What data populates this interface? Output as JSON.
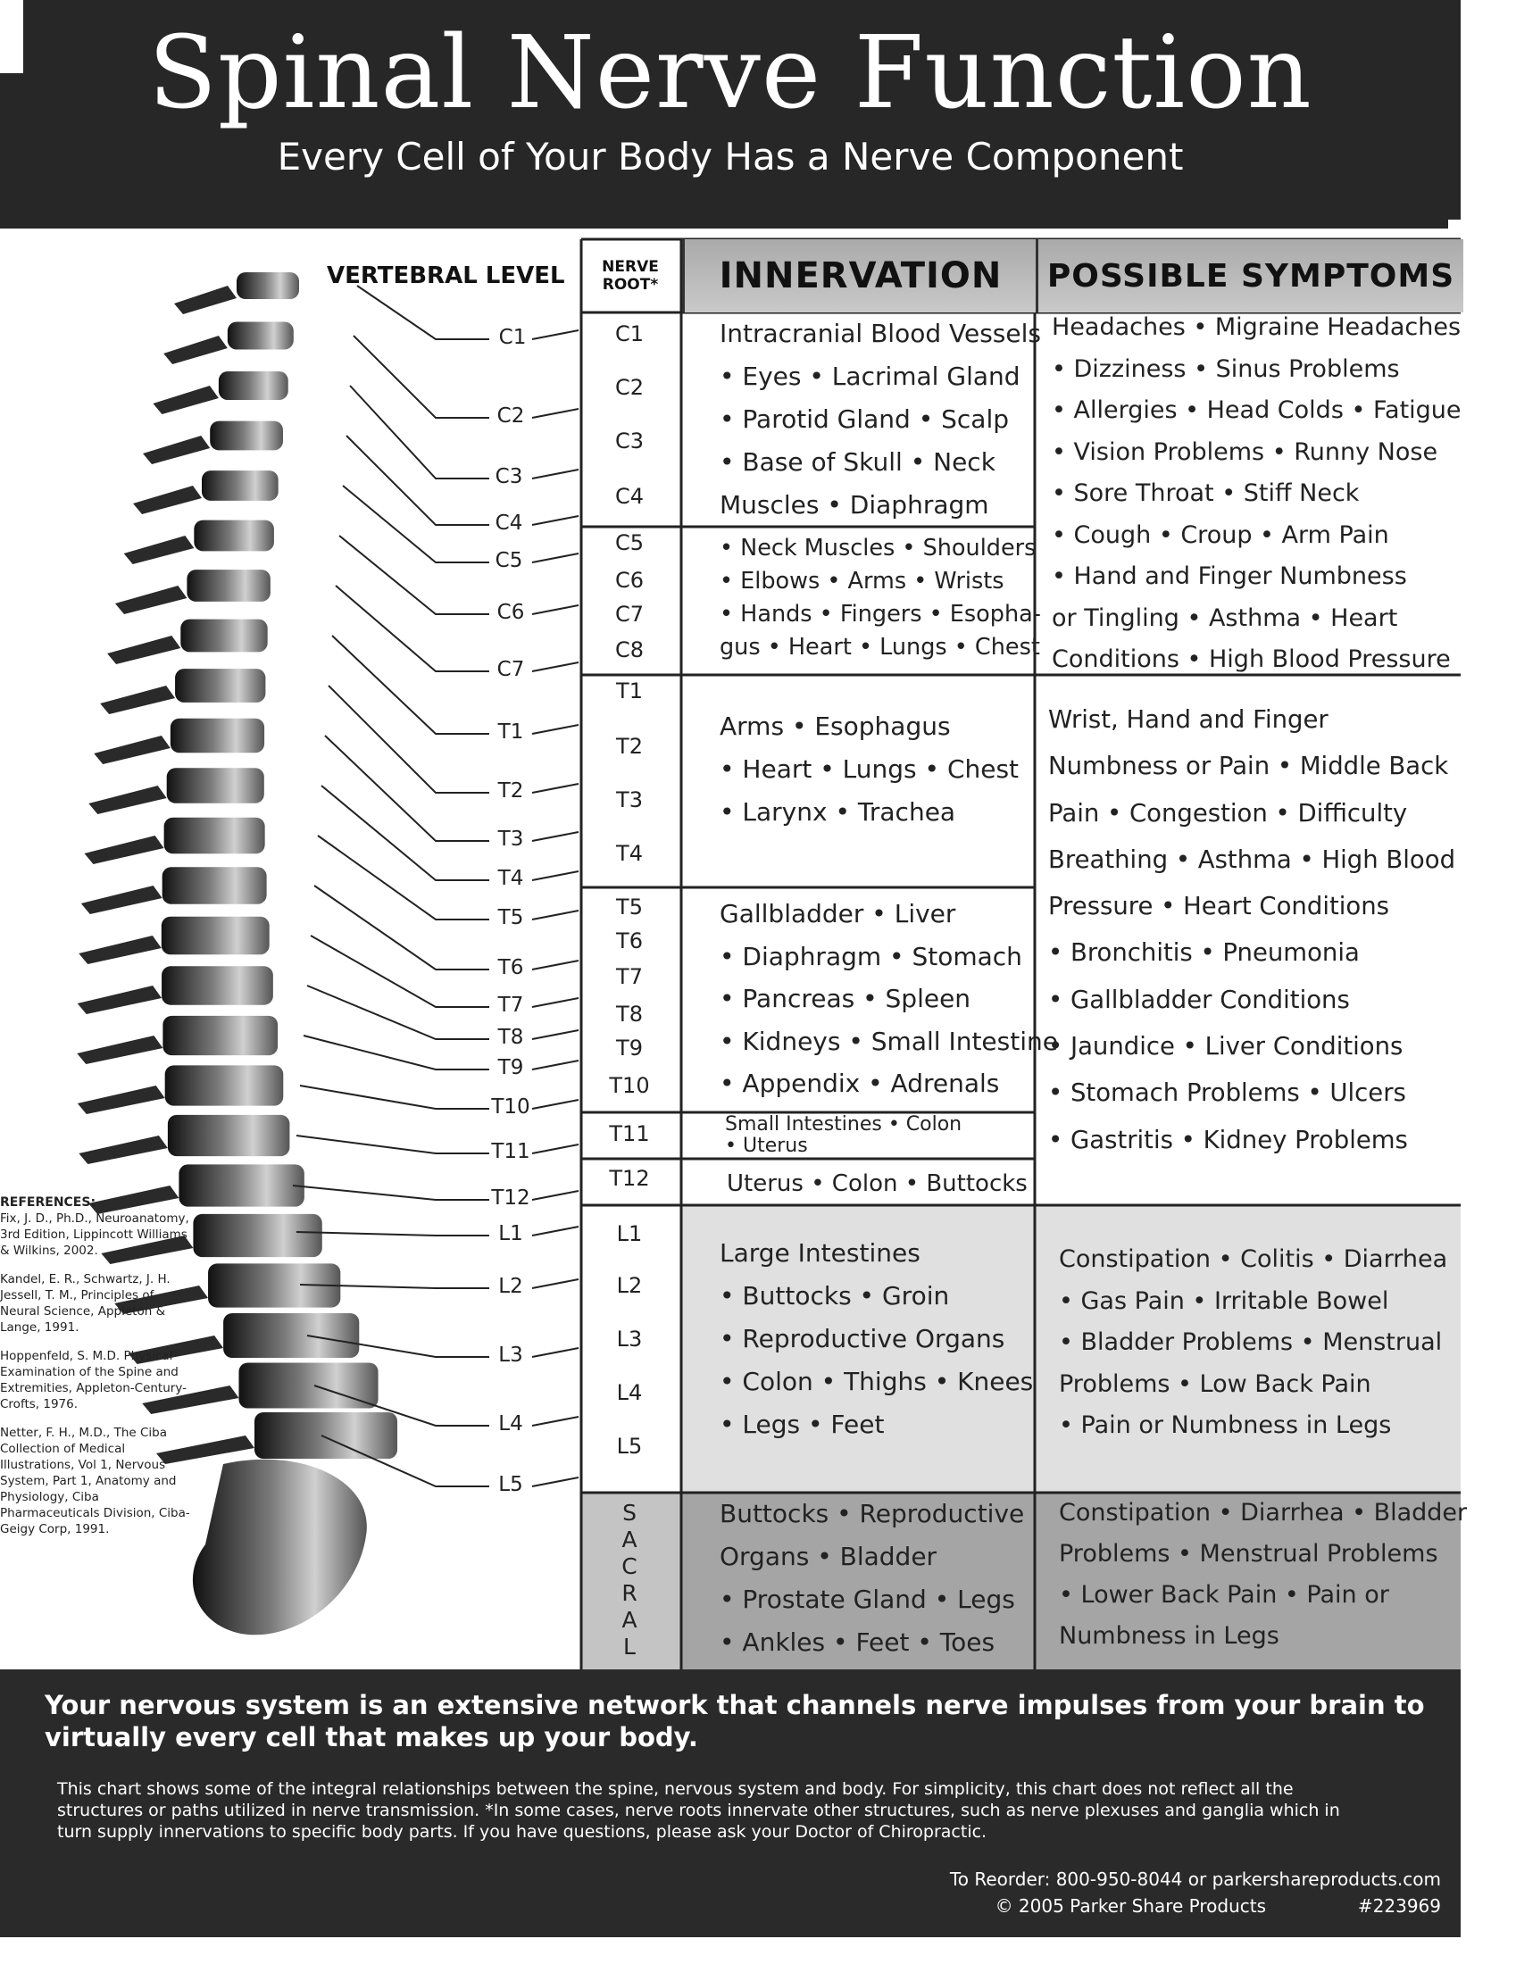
{
  "header": {
    "title": "Spinal Nerve Function",
    "subtitle": "Every Cell of Your Body Has a Nerve Component"
  },
  "columns": {
    "vertebral_level": "VERTEBRAL LEVEL",
    "nerve_root_line1": "NERVE",
    "nerve_root_line2": "ROOT*",
    "innervation": "INNERVATION",
    "symptoms": "POSSIBLE SYMPTOMS"
  },
  "vertebral_levels": [
    "C1",
    "C2",
    "C3",
    "C4",
    "C5",
    "C6",
    "C7",
    "T1",
    "T2",
    "T3",
    "T4",
    "T5",
    "T6",
    "T7",
    "T8",
    "T9",
    "T10",
    "T11",
    "T12",
    "L1",
    "L2",
    "L3",
    "L4",
    "L5"
  ],
  "nerve_roots": [
    "C1",
    "C2",
    "C3",
    "C4",
    "C5",
    "C6",
    "C7",
    "C8",
    "T1",
    "T2",
    "T3",
    "T4",
    "T5",
    "T6",
    "T7",
    "T8",
    "T9",
    "T10",
    "T11",
    "T12",
    "L1",
    "L2",
    "L3",
    "L4",
    "L5"
  ],
  "sacral_letters": [
    "S",
    "A",
    "C",
    "R",
    "A",
    "L"
  ],
  "innervation": {
    "c1_c4": [
      "Intracranial Blood Vessels",
      "• Eyes • Lacrimal Gland",
      "• Parotid Gland • Scalp",
      "• Base of Skull • Neck",
      "Muscles • Diaphragm"
    ],
    "c5_c8": [
      "• Neck Muscles • Shoulders",
      "• Elbows • Arms • Wrists",
      "• Hands • Fingers • Esopha-",
      "gus • Heart • Lungs • Chest"
    ],
    "t1_t4": [
      "Arms • Esophagus",
      "• Heart • Lungs • Chest",
      "• Larynx • Trachea"
    ],
    "t5_t10": [
      "Gallbladder • Liver",
      "• Diaphragm • Stomach",
      "• Pancreas • Spleen",
      "• Kidneys • Small Intestine",
      "• Appendix • Adrenals"
    ],
    "t11": [
      "Small Intestines • Colon",
      "• Uterus"
    ],
    "t12": [
      "Uterus • Colon • Buttocks"
    ],
    "lumbar": [
      "Large Intestines",
      "• Buttocks • Groin",
      "• Reproductive Organs",
      "• Colon • Thighs • Knees",
      "• Legs • Feet"
    ],
    "sacral": [
      "Buttocks • Reproductive",
      "Organs • Bladder",
      "• Prostate Gland • Legs",
      "• Ankles • Feet • Toes"
    ]
  },
  "symptoms": {
    "cervical": [
      "Headaches • Migraine Headaches",
      "• Dizziness • Sinus Problems",
      "• Allergies • Head Colds • Fatigue",
      "• Vision Problems • Runny Nose",
      "• Sore Throat • Stiff Neck",
      "• Cough • Croup • Arm Pain",
      "• Hand and Finger Numbness",
      "or Tingling • Asthma • Heart",
      "Conditions • High Blood Pressure"
    ],
    "thoracic": [
      "Wrist, Hand and Finger",
      "Numbness or Pain • Middle Back",
      "Pain • Congestion • Difficulty",
      "Breathing • Asthma • High Blood",
      "Pressure • Heart Conditions",
      "• Bronchitis • Pneumonia",
      "• Gallbladder Conditions",
      "• Jaundice • Liver Conditions",
      "• Stomach Problems • Ulcers",
      "• Gastritis • Kidney Problems"
    ],
    "lumbar": [
      "Constipation • Colitis • Diarrhea",
      "• Gas Pain • Irritable Bowel",
      "• Bladder Problems • Menstrual",
      "Problems • Low Back Pain",
      "• Pain or Numbness in Legs"
    ],
    "sacral": [
      "Constipation • Diarrhea • Bladder",
      "Problems • Menstrual Problems",
      "• Lower Back Pain • Pain or",
      "Numbness in Legs"
    ]
  },
  "references": {
    "heading": "REFERENCES:",
    "items": [
      "Fix, J. D., Ph.D., Neuroanatomy, 3rd Edition, Lippincott Williams & Wilkins, 2002.",
      "Kandel, E. R., Schwartz, J. H. Jessell, T. M., Principles of Neural Science, Appleton & Lange, 1991.",
      "Hoppenfeld, S. M.D. Physical Examination of the Spine and Extremities, Appleton-Century-Crofts, 1976.",
      "Netter, F. H., M.D., The Ciba Collection of Medical Illustrations, Vol 1, Nervous System, Part 1, Anatomy and Physiology, Ciba Pharmaceuticals Division, Ciba-Geigy Corp, 1991."
    ]
  },
  "footer": {
    "main": "Your nervous system is an extensive network that channels nerve impulses from your brain to virtually every cell that makes up your body.",
    "small": "This chart shows some of the integral relationships between the spine, nervous system and body. For simplicity, this chart does not reflect all the structures or paths utilized in nerve transmission. *In some cases, nerve roots innervate other structures, such as nerve plexuses and ganglia which in turn supply innervations to specific body parts. If you have questions, please ask your Doctor of Chiropractic.",
    "reorder": "To Reorder:  800-950-8044 or parkershareproducts.com",
    "copyright": "© 2005 Parker Share Products",
    "product_number": "#223969"
  }
}
